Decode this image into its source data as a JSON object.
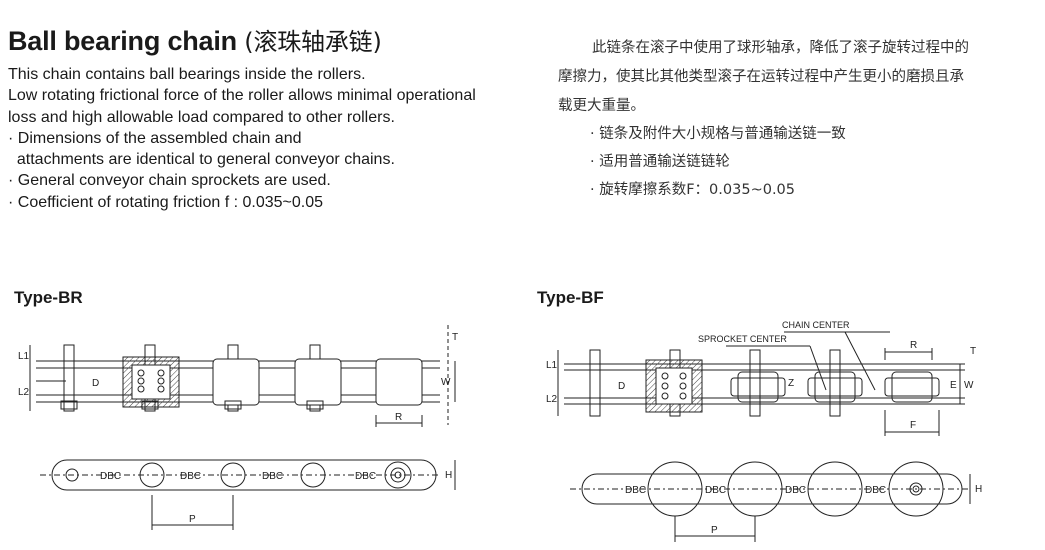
{
  "title": {
    "en": "Ball bearing chain",
    "cn": "(滚珠轴承链)"
  },
  "description_en": [
    "This chain contains ball bearings inside the rollers.",
    "Low rotating frictional force of the roller allows minimal operational",
    "loss and high allowable load compared to other rollers.",
    "· Dimensions of the assembled chain and",
    "  attachments are identical to general conveyor chains.",
    "· General conveyor chain sprockets are used.",
    "· Coefficient of rotating friction f : 0.035~0.05"
  ],
  "description_cn": [
    "此链条在滚子中使用了球形轴承，降低了滚子旋转过程中的",
    "摩擦力，使其比其他类型滚子在运转过程中产生更小的磨损且承",
    "载更大重量。",
    "· 链条及附件大小规格与普通输送链一致",
    "· 适用普通输送链链轮",
    "· 旋转摩擦系数F：0.035~0.05"
  ],
  "diagram_br": {
    "label": "Type-BR",
    "dims": {
      "L1": "L1",
      "L2": "L2",
      "D": "D",
      "R": "R",
      "W": "W",
      "T": "T",
      "H": "H",
      "P": "P"
    },
    "dbc": [
      "DBC",
      "DBC",
      "DBC",
      "DBC"
    ]
  },
  "diagram_bf": {
    "label": "Type-BF",
    "dims": {
      "L1": "L1",
      "L2": "L2",
      "D": "D",
      "R": "R",
      "W": "W",
      "T": "T",
      "H": "H",
      "P": "P",
      "F": "F",
      "E": "E",
      "Z": "Z"
    },
    "annotations": {
      "chain_center": "CHAIN CENTER",
      "sprocket_center": "SPROCKET CENTER"
    },
    "dbc": [
      "DBC",
      "DBC",
      "DBC",
      "DBC"
    ]
  }
}
